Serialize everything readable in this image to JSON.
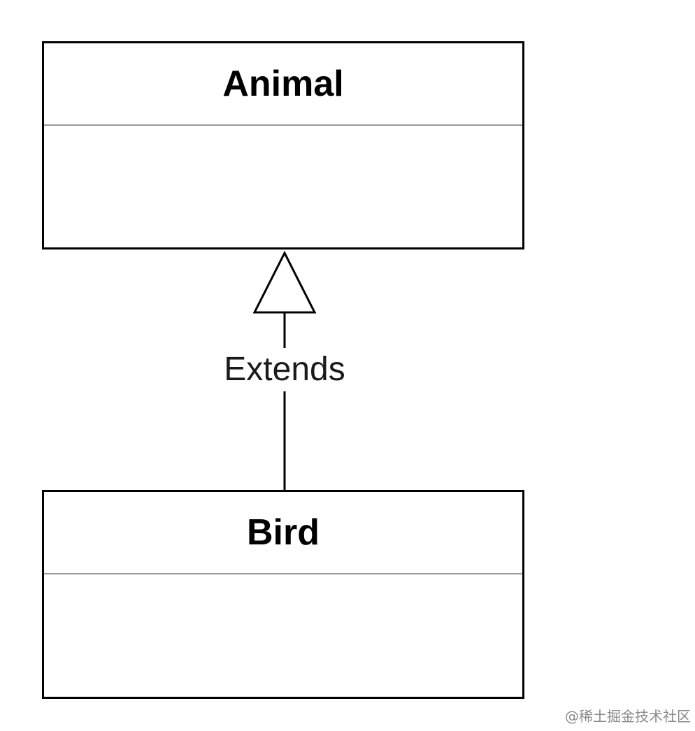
{
  "classes": {
    "parent": {
      "name": "Animal"
    },
    "child": {
      "name": "Bird"
    }
  },
  "relation": {
    "label": "Extends"
  },
  "watermark": {
    "text": "@稀土掘金技术社区"
  }
}
